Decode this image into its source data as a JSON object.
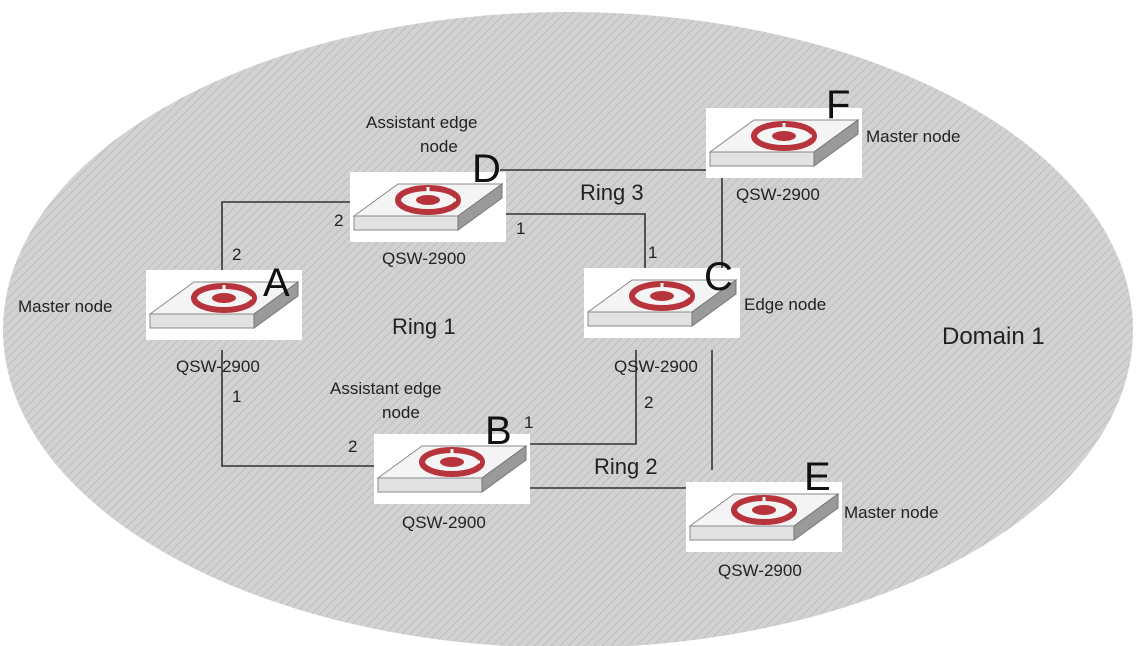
{
  "domain_label": "Domain 1",
  "rings": [
    {
      "id": "ring1",
      "label": "Ring 1"
    },
    {
      "id": "ring2",
      "label": "Ring 2"
    },
    {
      "id": "ring3",
      "label": "Ring 3"
    }
  ],
  "nodes": {
    "A": {
      "letter": "A",
      "model": "QSW-2900",
      "role": "Master node"
    },
    "B": {
      "letter": "B",
      "model": "QSW-2900",
      "role_line1": "Assistant edge",
      "role_line2": "node"
    },
    "C": {
      "letter": "C",
      "model": "QSW-2900",
      "role": "Edge node"
    },
    "D": {
      "letter": "D",
      "model": "QSW-2900",
      "role_line1": "Assistant edge",
      "role_line2": "node"
    },
    "E": {
      "letter": "E",
      "model": "QSW-2900",
      "role": "Master node"
    },
    "F": {
      "letter": "F",
      "model": "QSW-2900",
      "role": "Master node"
    }
  },
  "ports": {
    "A_up": "2",
    "A_down": "1",
    "D_left": "2",
    "D_right": "1",
    "C_up": "1",
    "C_down": "2",
    "B_left": "2",
    "B_right": "1"
  },
  "colors": {
    "domain_fill": "#cfcfcf",
    "switch_logo": "#b8343c",
    "switch_top": "#f4f4f4",
    "switch_side": "#9a9a9a",
    "link": "#333333"
  },
  "icons": {
    "switch": "network-switch-icon"
  }
}
